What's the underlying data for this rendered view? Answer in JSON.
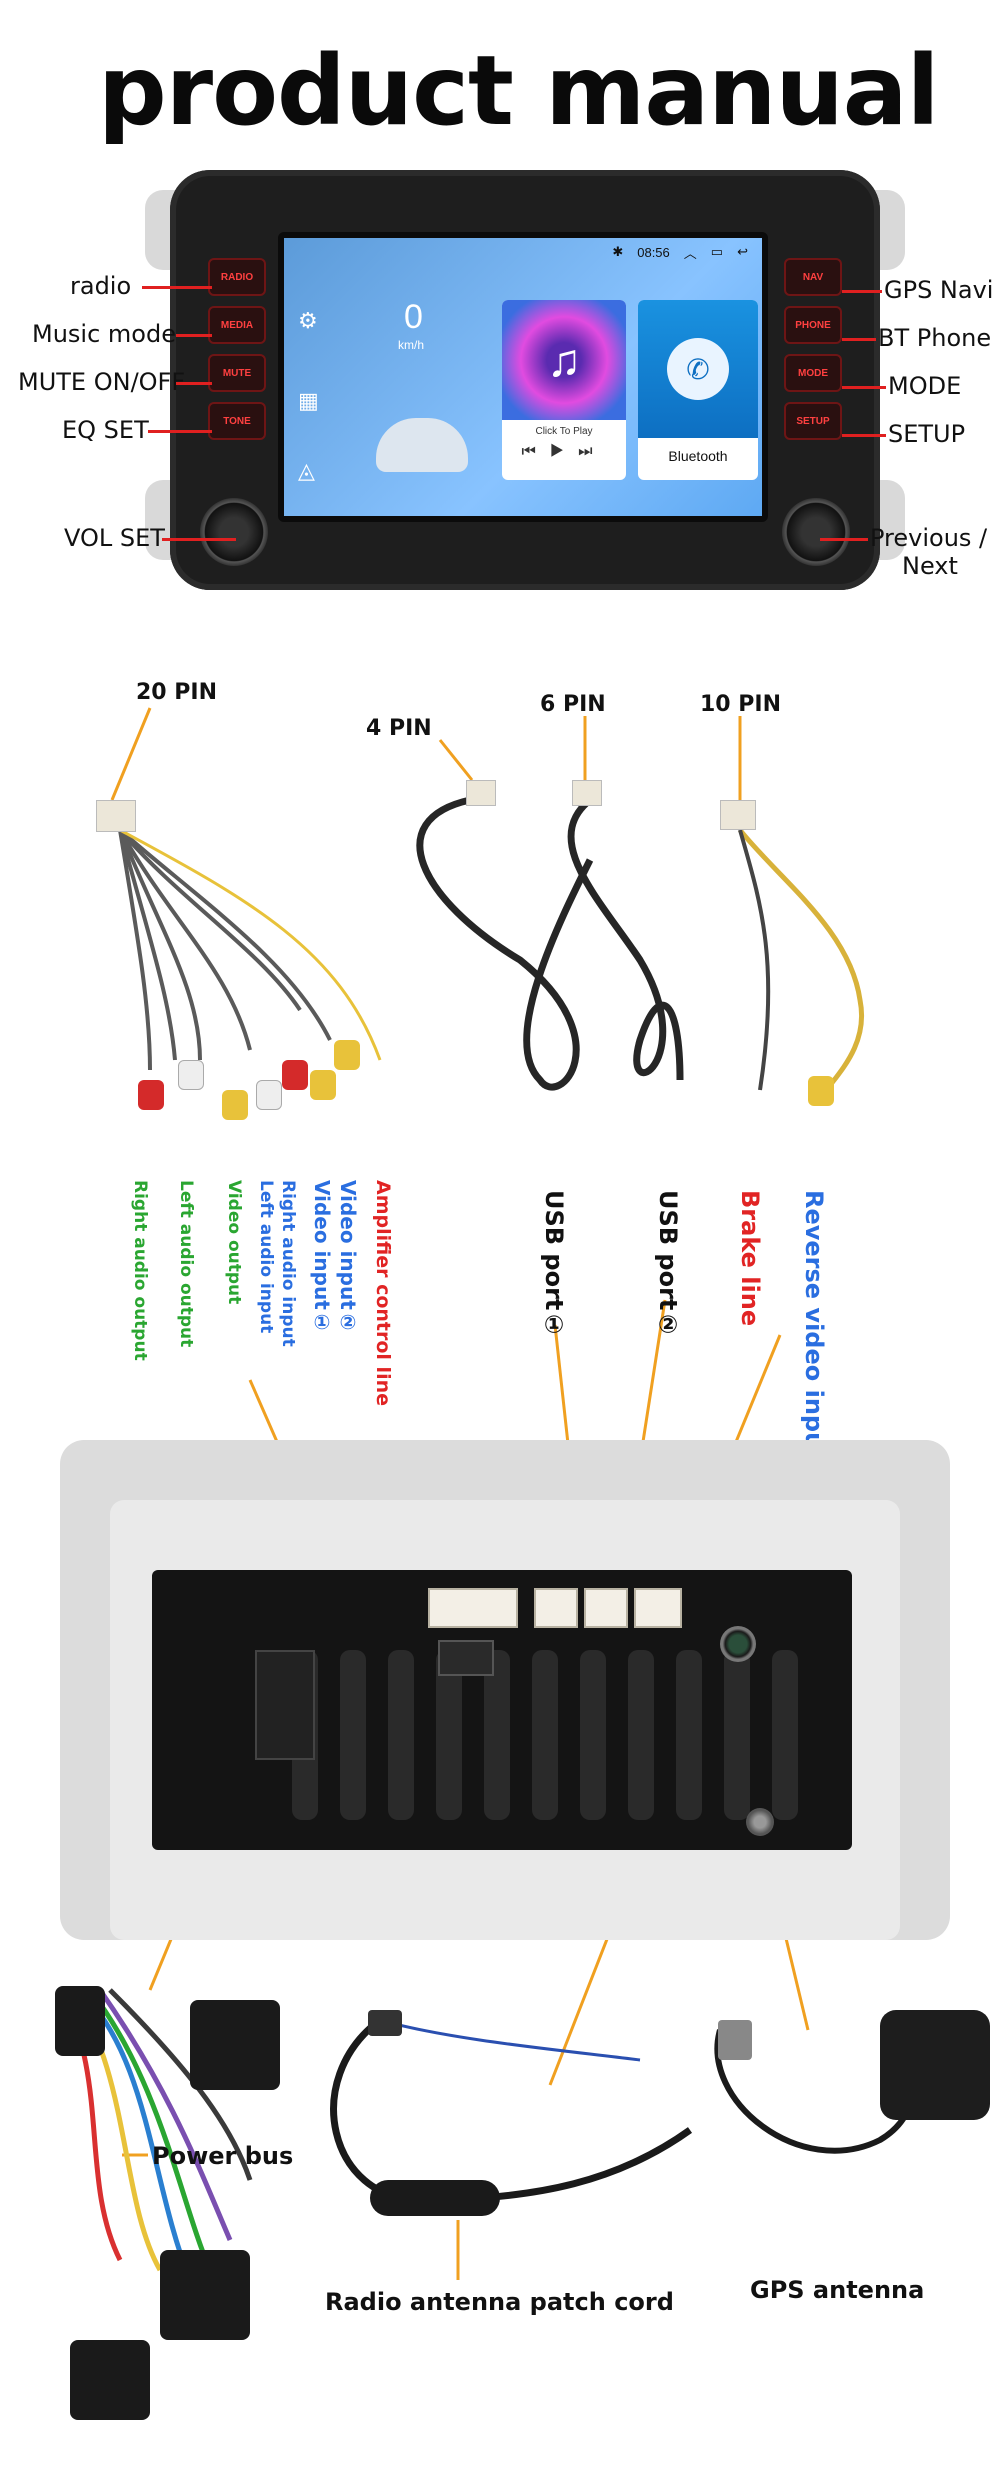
{
  "title": "product manual",
  "head_unit": {
    "status_time": "08:56",
    "speed_value": "0",
    "speed_unit": "km/h",
    "music_card_label": "Click To Play",
    "bluetooth_card_label": "Bluetooth",
    "left_buttons": [
      "RADIO",
      "MEDIA",
      "MUTE",
      "TONE"
    ],
    "right_buttons": [
      "NAV",
      "PHONE",
      "MODE",
      "SETUP"
    ],
    "left_labels": [
      "radio",
      "Music mode",
      "MUTE ON/OFF",
      "EQ SET",
      "VOL SET"
    ],
    "right_labels": [
      "GPS Navi",
      "BT Phone",
      "MODE",
      "SETUP",
      "Previous /",
      "Next"
    ]
  },
  "pins": {
    "pin20": "20 PIN",
    "pin4": "4 PIN",
    "pin6": "6 PIN",
    "pin10": "10 PIN"
  },
  "cable_labels": {
    "right_audio_output": "Right audio output",
    "left_audio_output": "Left audio output",
    "video_output": "Video output",
    "right_audio_input": "Right audio input",
    "left_audio_input": "Left audio input",
    "video_input_1": "Video input①",
    "video_input_2": "Video input②",
    "amplifier_control_line": "Amplifier control line",
    "usb_port_1": "USB port①",
    "usb_port_2": "USB port②",
    "brake_line": "Brake line",
    "reverse_video_input": "Reverse video input"
  },
  "accessories": {
    "power_bus": "Power bus",
    "radio_antenna": "Radio antenna patch cord",
    "gps_antenna": "GPS antenna"
  },
  "colors": {
    "green_label": "#2aa631",
    "blue_label": "#2a6ee0",
    "red_label": "#e12424",
    "callout_line": "#f0a020"
  }
}
